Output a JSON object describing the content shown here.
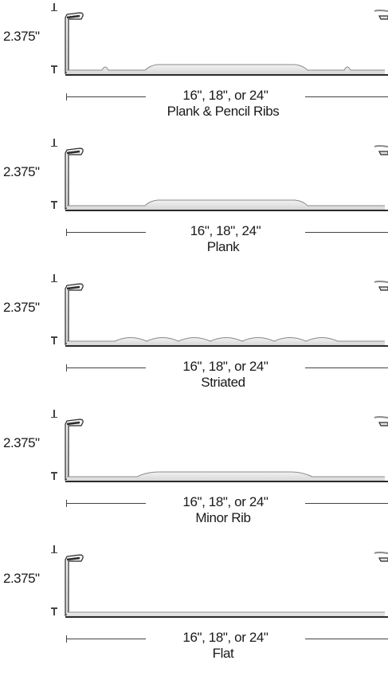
{
  "panels": [
    {
      "height_label": "2.375\"",
      "width_label": "16\", 18\", or 24\"",
      "style_label": "Plank & Pencil Ribs",
      "profile": "plank-pencil-ribs"
    },
    {
      "height_label": "2.375\"",
      "width_label": "16\", 18\", 24\"",
      "style_label": "Plank",
      "profile": "plank"
    },
    {
      "height_label": "2.375\"",
      "width_label": "16\", 18\", or 24\"",
      "style_label": "Striated",
      "profile": "striated"
    },
    {
      "height_label": "2.375\"",
      "width_label": "16\", 18\", or 24\"",
      "style_label": "Minor Rib",
      "profile": "minor-rib"
    },
    {
      "height_label": "2.375\"",
      "width_label": "16\", 18\", or 24\"",
      "style_label": "Flat",
      "profile": "flat"
    }
  ],
  "colors": {
    "metal_light": "#f2f2f2",
    "metal_mid": "#d4d4d4",
    "metal_dark": "#8a8a8a",
    "edge": "#2b2b2b"
  }
}
